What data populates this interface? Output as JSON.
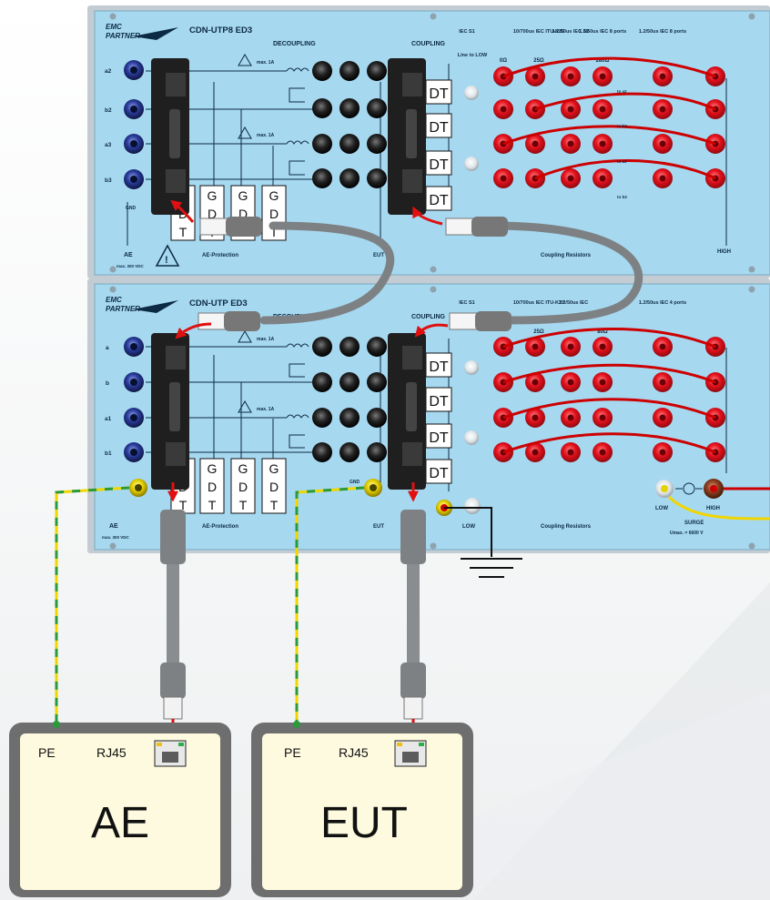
{
  "top_panel": {
    "brand_line1": "EMC",
    "brand_line2": "PARTNER",
    "model": "CDN-UTP8 ED3",
    "decoupling": "DECOUPLING",
    "coupling": "COUPLING",
    "port_labels": [
      "a2",
      "b2",
      "a3",
      "b3"
    ],
    "ae_label": "AE",
    "ae_rating": "max. 300 VDC",
    "ae_protection": "AE-Protection",
    "gnd": "GND",
    "eut": "EUT",
    "coupling_resistors": "Coupling Resistors",
    "high": "HIGH",
    "max_current_1": "max. 1A",
    "max_current_2": "max. 1A",
    "col_iec_s1": "IEC S1",
    "col_line_to_low": "Line to LOW",
    "col_10_700": "10/700us IEC ITU-K20",
    "col_1_2_50_s2": "1.2/50us IEC S2",
    "col_1_2_50_8ports": "1.2/50us IEC 8 ports",
    "col_1_2_50_8ports_b": "1.2/50us IEC 8 ports",
    "res_0": "0Ω",
    "res_25": "25Ω",
    "res_280": "280Ω",
    "to_labels": [
      "to a2",
      "to b2",
      "to a3",
      "to b3"
    ]
  },
  "bottom_panel": {
    "brand_line1": "EMC",
    "brand_line2": "PARTNER",
    "model": "CDN-UTP ED3",
    "decoupling": "DECOUPLING",
    "coupling": "COUPLING",
    "port_labels": [
      "a",
      "b",
      "a1",
      "b1"
    ],
    "ae_label": "AE",
    "ae_rating": "max. 300 VDC",
    "ae_protection": "AE-Protection",
    "gnd": "GND",
    "eut": "EUT",
    "low": "LOW",
    "coupling_resistors": "Coupling Resistors",
    "low2": "LOW",
    "high": "HIGH",
    "surge": "SURGE",
    "umax": "Umax. = 6600 V",
    "max_current_1": "max. 1A",
    "max_current_2": "max. 1A",
    "col_iec_s1": "IEC S1",
    "col_10_700": "10/700us IEC ITU-K20",
    "col_1_2_50": "1.2/50us IEC",
    "col_1_2_50_4ports": "1.2/50us IEC 4 ports",
    "res_25": "25Ω",
    "res_80": "80Ω"
  },
  "gdt_letters": [
    "G",
    "D",
    "T"
  ],
  "dt_label": "DT",
  "devices": [
    {
      "name": "AE",
      "pe": "PE",
      "rj45": "RJ45"
    },
    {
      "name": "EUT",
      "pe": "PE",
      "rj45": "RJ45"
    }
  ],
  "colors": {
    "panel": "#a6d8f0",
    "panel_border": "#8cb7cc",
    "frame": "#b7c6cf",
    "socket_red": "#e3101c",
    "socket_blue": "#1c2a6e",
    "cable_grey": "#8a8d90",
    "arrow_red": "#e01010",
    "ground_wire_yellow": "#f0d600",
    "ground_wire_green": "#2a9a3a",
    "device_fill": "#fdfadf",
    "device_border": "#6e6e6e"
  }
}
